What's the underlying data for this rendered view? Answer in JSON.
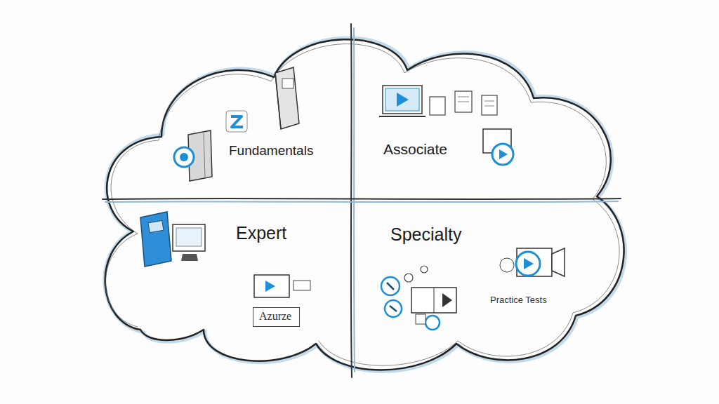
{
  "diagram": {
    "nodes": [
      {
        "text": [
          "Fundamentals"
        ]
      },
      {
        "text": [
          "Associate"
        ]
      },
      {
        "text": [
          "Expert"
        ]
      },
      {
        "text": [
          "Azurze"
        ],
        "in": 2
      },
      {
        "text": [
          "Specialty"
        ]
      }
    ],
    "labels": [
      "Practice Tests"
    ]
  }
}
